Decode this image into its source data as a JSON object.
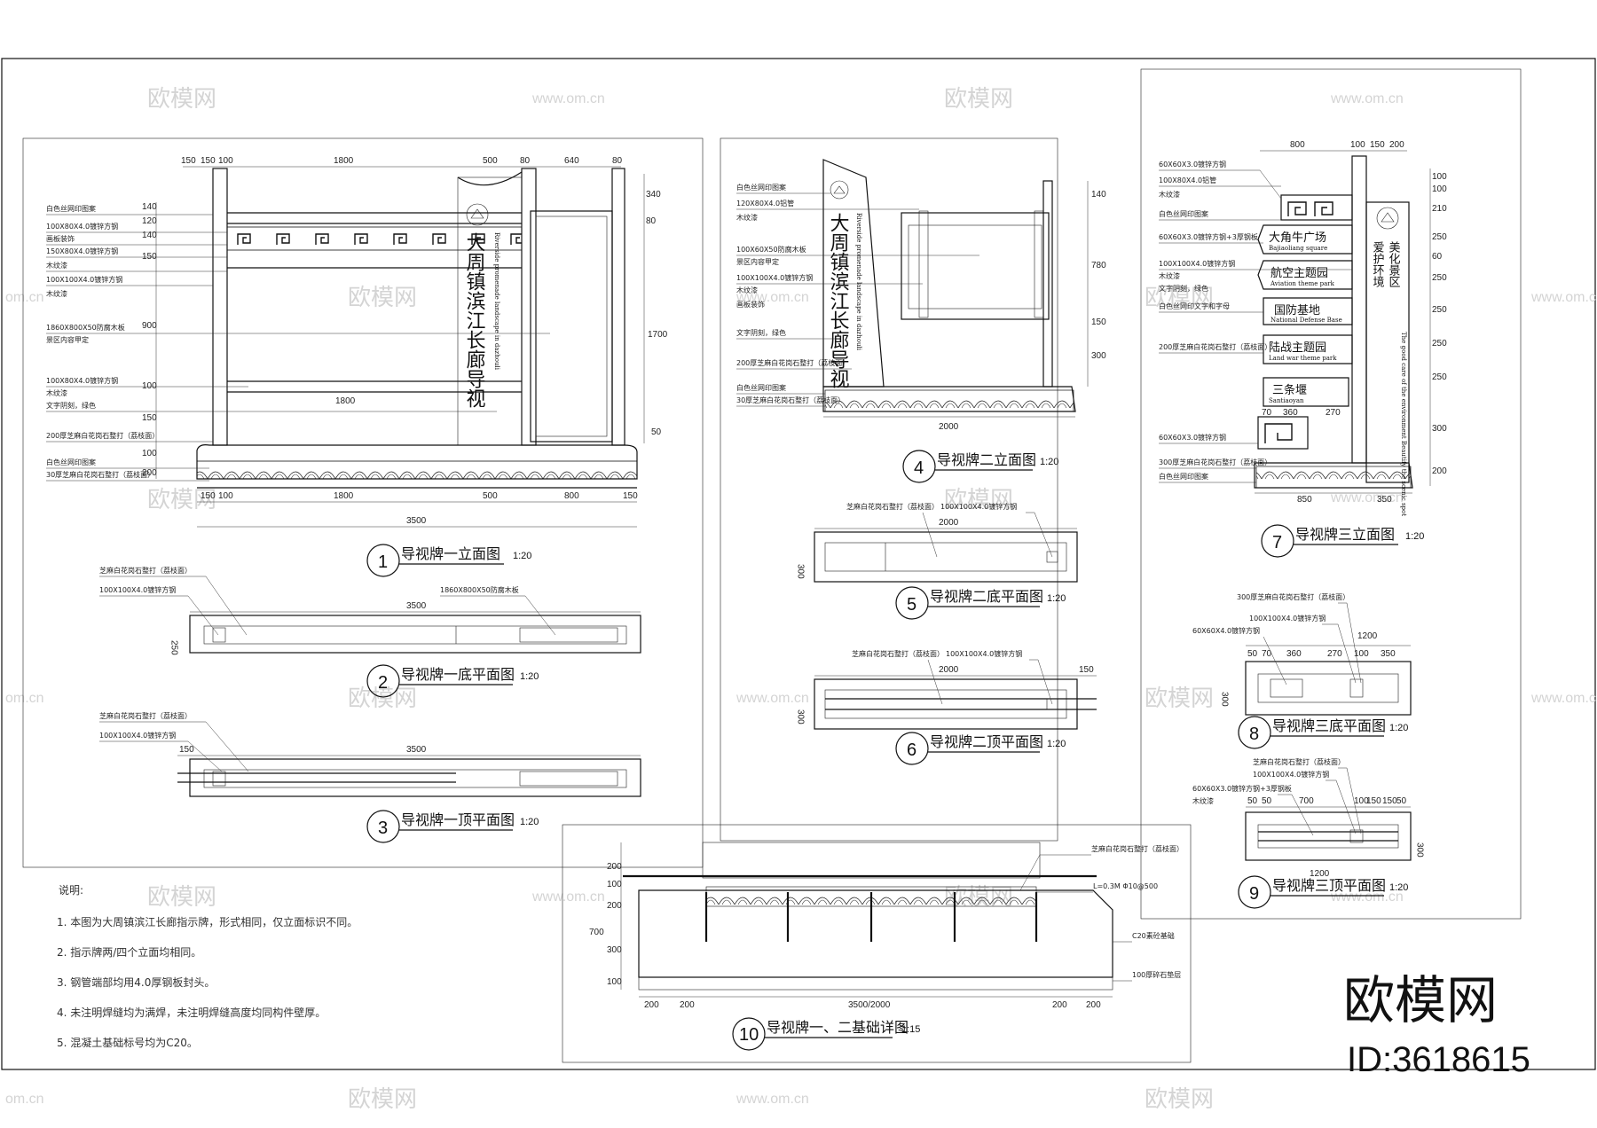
{
  "watermarks": {
    "brand": "欧模网",
    "url": "www.om.cn",
    "url_short": "om.cn"
  },
  "brand": {
    "name": "欧模网",
    "id": "ID:3618615"
  },
  "views": [
    {
      "num": "1",
      "title": "导视牌一立面图",
      "scale": "1:20"
    },
    {
      "num": "2",
      "title": "导视牌一底平面图",
      "scale": "1:20"
    },
    {
      "num": "3",
      "title": "导视牌一顶平面图",
      "scale": "1:20"
    },
    {
      "num": "4",
      "title": "导视牌二立面图",
      "scale": "1:20"
    },
    {
      "num": "5",
      "title": "导视牌二底平面图",
      "scale": "1:20"
    },
    {
      "num": "6",
      "title": "导视牌二顶平面图",
      "scale": "1:20"
    },
    {
      "num": "7",
      "title": "导视牌三立面图",
      "scale": "1:20"
    },
    {
      "num": "8",
      "title": "导视牌三底平面图",
      "scale": "1:20"
    },
    {
      "num": "9",
      "title": "导视牌三顶平面图",
      "scale": "1:20"
    },
    {
      "num": "10",
      "title": "导视牌一、二基础详图",
      "scale": "1:15"
    }
  ],
  "legend": {
    "heading": "说明:",
    "items": [
      "1.  本图为大周镇滨江长廊指示牌，形式相同，仅立面标识不同。",
      "2.  指示牌两/四个立面均相同。",
      "3.  钢管端部均用4.0厚钢板封头。",
      "4.  未注明焊缝均为满焊，未注明焊缝高度均同构件壁厚。",
      "5.  混凝土基础标号均为C20。"
    ]
  },
  "sign1": {
    "top_dims": [
      "150",
      "150",
      "100",
      "1800",
      "500",
      "80",
      "640",
      "80"
    ],
    "bottom_dims": [
      "150",
      "100",
      "1800",
      "500",
      "800",
      "150"
    ],
    "total": "3500",
    "mid_dim": "1800",
    "height_dim": "1700",
    "side_dims": [
      "140",
      "120",
      "140",
      "150",
      "900",
      "100",
      "150",
      "100",
      "200"
    ],
    "right_dims": [
      "340",
      "80",
      "50"
    ],
    "vertical_text": "大周镇滨江长廊导视",
    "english": "Riverside promenade landscape in dazhouli",
    "notes": [
      "白色丝网印图案",
      "100X80X4.0镀锌方钢",
      "画板装饰",
      "150X80X4.0镀锌方钢",
      "木纹漆",
      "100X100X4.0镀锌方钢",
      "木纹漆",
      "1860X800X50防腐木板",
      "景区内容甲定",
      "100X80X4.0镀锌方钢",
      "木纹漆",
      "文字阴刻，绿色",
      "200厚芝麻白花岗石整打（荔枝面）",
      "白色丝网印图案",
      "30厚芝麻白花岗石整打（荔枝面）"
    ],
    "plan2": {
      "notes": [
        "芝麻白花岗石整打（荔枝面）",
        "100X100X4.0镀锌方钢",
        "1860X800X50防腐木板"
      ],
      "length": "3500",
      "depth": "250"
    },
    "plan3": {
      "notes": [
        "芝麻白花岗石整打（荔枝面）",
        "100X100X4.0镀锌方钢"
      ],
      "length": "3500",
      "offset": "150"
    }
  },
  "sign2": {
    "notes": [
      "白色丝网印图案",
      "120X80X4.0铝管",
      "木纹漆",
      "100X60X50防腐木板",
      "景区内容甲定",
      "100X100X4.0镀锌方钢",
      "木纹漆",
      "画板装饰",
      "文字阴刻，绿色",
      "200厚芝麻白花岗石整打（荔枝面）",
      "白色丝网印图案",
      "30厚芝麻白花岗石整打（荔枝面）"
    ],
    "width": "2000",
    "right_dims": [
      "140",
      "780",
      "150",
      "300"
    ],
    "plan5": {
      "notes": [
        "芝麻白花岗石整打（荔枝面）",
        "100X100X4.0镀锌方钢"
      ],
      "length": "2000",
      "depth": "300"
    },
    "plan6": {
      "notes": [
        "芝麻白花岗石整打（荔枝面）",
        "100X100X4.0镀锌方钢"
      ],
      "length": "2000",
      "depth": "300",
      "offset": "150"
    }
  },
  "sign3": {
    "top_dims": [
      "800",
      "100",
      "150",
      "200"
    ],
    "notes": [
      "60X60X3.0镀锌方钢",
      "100X80X4.0铝管",
      "木纹漆",
      "白色丝网印图案",
      "60X60X3.0镀锌方钢+3厚钢板",
      "100X100X4.0镀锌方钢",
      "木纹漆",
      "文字阴刻，绿色",
      "白色丝网印文字和字母",
      "200厚芝麻白花岗石整打（荔枝面）",
      "60X60X3.0镀锌方钢",
      "300厚芝麻白花岗石整打（荔枝面）",
      "白色丝网印图案"
    ],
    "arrows": [
      {
        "cn": "大角牛广场",
        "en": "Bajiaoliang square"
      },
      {
        "cn": "航空主题园",
        "en": "Aviation theme park"
      },
      {
        "cn": "国防基地",
        "en": "National Defense Base"
      },
      {
        "cn": "陆战主题园",
        "en": "Land war theme park"
      },
      {
        "cn": "三条堰",
        "en": "Santiaoyan"
      }
    ],
    "vertical_cn_1": "爱护环境",
    "vertical_cn_2": "美化景区",
    "vertical_en": "The good care of the environment Beautify the scenic spot",
    "inner_dims": [
      "70",
      "360",
      "270"
    ],
    "bottom_dims": [
      "850",
      "350"
    ],
    "right_dims": [
      "100",
      "100",
      "210",
      "250",
      "60",
      "250",
      "250",
      "250",
      "250",
      "300",
      "200"
    ],
    "plan8": {
      "notes": [
        "300厚芝麻白花岗石整打（荔枝面）",
        "100X100X4.0镀锌方钢",
        "60X60X4.0镀锌方钢"
      ],
      "dims": [
        "50",
        "70",
        "360",
        "270",
        "100",
        "350"
      ],
      "total": "1200",
      "depth": "300"
    },
    "plan9": {
      "notes": [
        "芝麻白花岗石整打（荔枝面）",
        "100X100X4.0镀锌方钢",
        "60X60X3.0镀锌方钢+3厚钢板",
        "木纹漆"
      ],
      "dims": [
        "50",
        "50",
        "700",
        "100",
        "150",
        "150",
        "50"
      ],
      "total": "1200",
      "depth": "300"
    }
  },
  "foundation": {
    "notes": [
      "芝麻白花岗石整打（荔枝面）",
      "L=0.3M  Φ10@500",
      "C20素砼基础",
      "100厚碎石垫层"
    ],
    "left_dims": [
      "200",
      "100",
      "200",
      "700",
      "300",
      "100"
    ],
    "bottom_dims": [
      "200",
      "200",
      "3500/2000",
      "200",
      "200"
    ]
  }
}
